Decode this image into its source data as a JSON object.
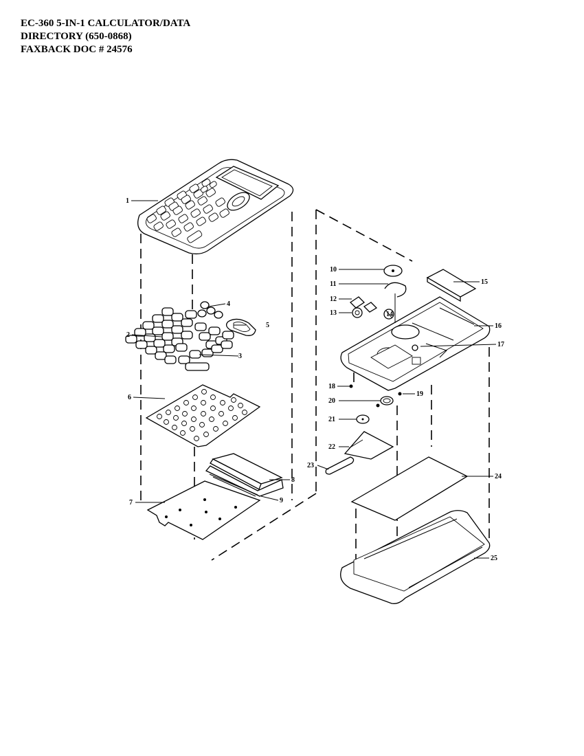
{
  "header": {
    "line1": "EC-360 5-IN-1 CALCULATOR/DATA",
    "line2": "DIRECTORY  (650-0868)",
    "line3": "FAXBACK DOC # 24576"
  },
  "callouts": [
    "1",
    "2",
    "3",
    "4",
    "5",
    "6",
    "7",
    "8",
    "9",
    "10",
    "11",
    "12",
    "13",
    "14",
    "15",
    "16",
    "17",
    "18",
    "19",
    "20",
    "21",
    "22",
    "23",
    "24",
    "25"
  ]
}
